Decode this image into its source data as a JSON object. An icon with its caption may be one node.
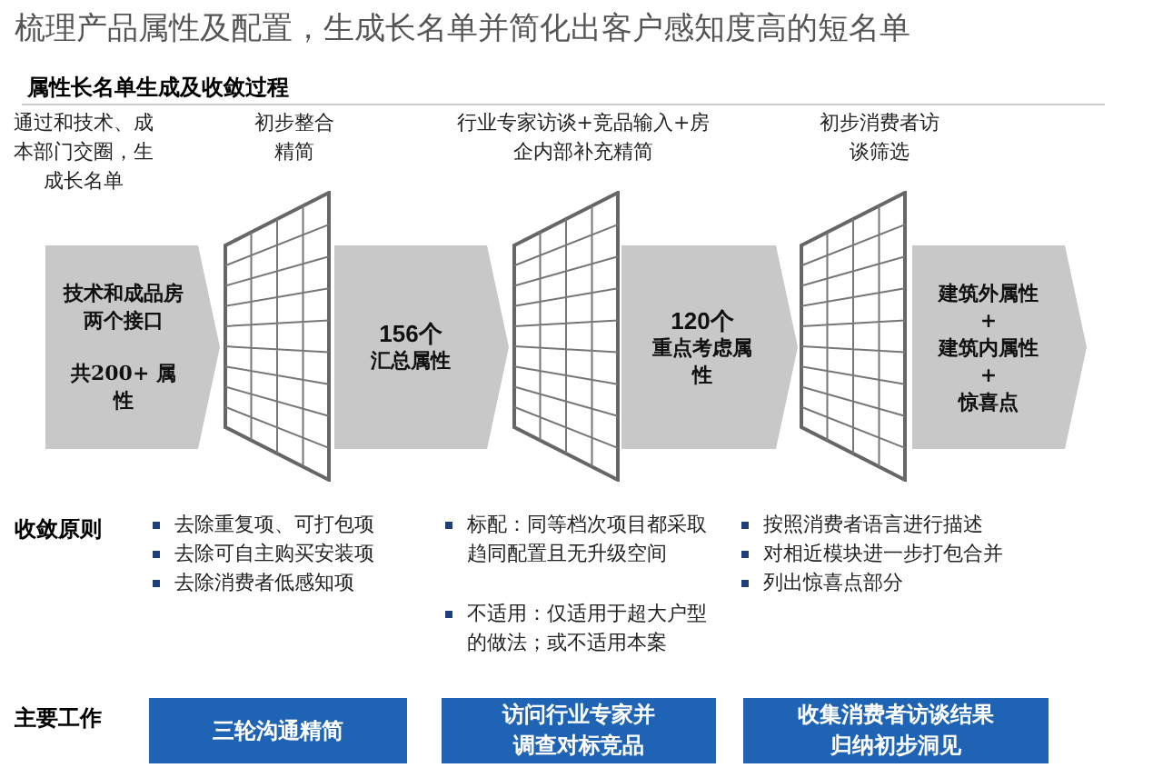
{
  "diagram": {
    "title": "梳理产品属性及配置，生成长名单并简化出客户感知度高的短名单",
    "nodes": [
      {
        "text": [
          "技术和成品房两个接口",
          "共200+ 属性"
        ],
        "beside": [
          "通过和技术、成本部门交圈，生成长名单"
        ]
      },
      {
        "text": [],
        "shape": "grid",
        "beside": [
          "初步整合精简"
        ]
      },
      {
        "text": [
          "156个",
          "汇总属性"
        ]
      },
      {
        "text": [],
        "shape": "grid",
        "beside": [
          "行业专家访谈+竞品输入+房企内部补充精简"
        ]
      },
      {
        "text": [
          "120个",
          "重点考虑属性"
        ]
      },
      {
        "text": [],
        "shape": "grid",
        "beside": [
          "初步消费者访谈筛选"
        ]
      },
      {
        "text": [
          "建筑外属性",
          "+",
          "建筑内属性",
          "+",
          "惊喜点"
        ]
      },
      {
        "text": [
          "三轮沟通精简"
        ]
      },
      {
        "text": [
          "访问行业专家并调查对标竞品"
        ]
      },
      {
        "text": [
          "收集消费者访谈结果归纳初步洞见"
        ]
      }
    ],
    "labels": [
      "属性长名单生成及收敛过程",
      "收敛原则",
      "去除重复项、可打包项",
      "去除可自主购买安装项",
      "去除消费者低感知项",
      "标配：同等档次项目都采取趋同配置且无升级空间",
      "不适用：仅适用于超大户型的做法；或不适用本案",
      "按照消费者语言进行描述",
      "对相近模块进一步打包合并",
      "列出惊喜点部分",
      "主要工作"
    ]
  }
}
